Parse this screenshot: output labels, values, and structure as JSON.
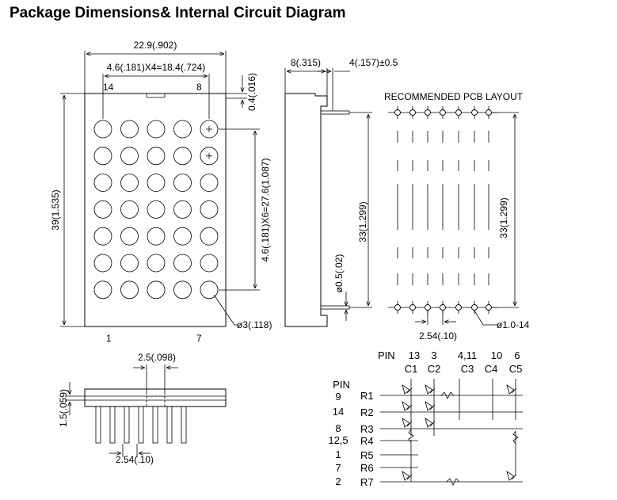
{
  "title": "Package Dimensions& Internal Circuit Diagram",
  "front": {
    "width_dim": "22.9(.902)",
    "pitch_x_dim": "4.6(.181)X4=18.4(.724)",
    "height_dim": "39(1.535)",
    "pitch_y_dim": "4.6(.181)X6=27.6(1.087)",
    "top_offset_dim": "0.4(.016)",
    "dot_dia_dim": "ø3(.118)",
    "pin14": "14",
    "pin8": "8",
    "pin1": "1",
    "pin7": "7"
  },
  "side": {
    "depth_dim": "8(.315)",
    "lead_len_dim": "4(.157)±0.5",
    "lead_dia_dim": "ø0.5(.02)",
    "pin_span_dim": "33(1.299)"
  },
  "pcb": {
    "title": "RECOMMENDED PCB LAYOUT",
    "span_dim": "33(1.299)",
    "pitch_dim": "2.54(.10)",
    "hole_dim": "ø1.0-14"
  },
  "bottom": {
    "offset_dim": "2.5(.098)",
    "height_dim": "1.5(.059)",
    "pitch_dim": "2.54(.10)"
  },
  "circuit": {
    "pin_header": "PIN",
    "col_pins": [
      "13",
      "3",
      "4,11",
      "10",
      "6"
    ],
    "col_labels": [
      "C1",
      "C2",
      "C3",
      "C4",
      "C5"
    ],
    "row_header": "PIN",
    "row_pins": [
      "9",
      "14",
      "8",
      "12,5",
      "1",
      "7",
      "2"
    ],
    "row_labels": [
      "R1",
      "R2",
      "R3",
      "R4",
      "R5",
      "R6",
      "R7"
    ]
  }
}
